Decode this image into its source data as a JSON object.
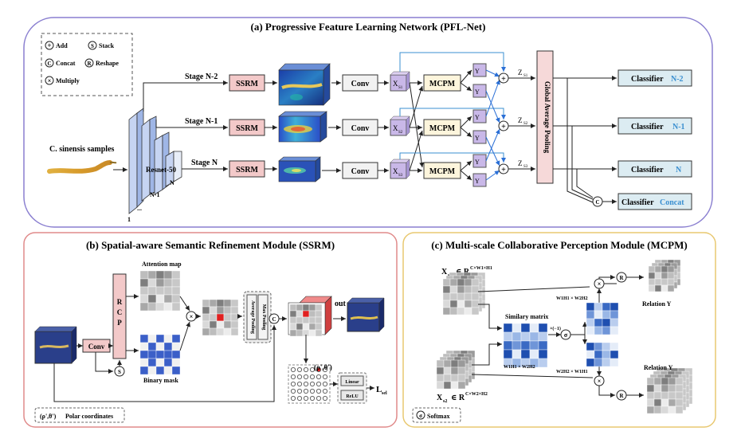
{
  "panel_a": {
    "title": "(a) Progressive Feature Learning Network (PFL-Net)",
    "legend": {
      "add": "Add",
      "stack": "Stack",
      "concat": "Concat",
      "reshape": "Reshape",
      "multiply": "Multiply"
    },
    "input_label": "C. sinensis samples",
    "backbone": "Resnet-50",
    "backbone_ticks": [
      "N",
      "N-1",
      "1"
    ],
    "dots": "...",
    "stages": [
      "Stage N-2",
      "Stage N-1",
      "Stage N"
    ],
    "ssrm": "SSRM",
    "conv": "Conv",
    "mcpm": "MCPM",
    "x_labels": [
      "X",
      "X",
      "X"
    ],
    "x_subs": [
      "S1",
      "S2",
      "S3"
    ],
    "y_labels": [
      "Y",
      "Y",
      "Y",
      "Y",
      "Y",
      "Y"
    ],
    "z_labels": [
      "Z",
      "Z",
      "Z"
    ],
    "z_subs": [
      "S1",
      "S2",
      "S3"
    ],
    "gap": "Global Average Pooling",
    "classifiers": [
      {
        "name": "Classifier",
        "tag": "N-2"
      },
      {
        "name": "Classifier",
        "tag": "N-1"
      },
      {
        "name": "Classifier",
        "tag": "N"
      },
      {
        "name": "Classifier",
        "tag": "Concat"
      }
    ],
    "symbols": {
      "add": "+",
      "stack": "S",
      "concat": "C",
      "reshape": "R",
      "multiply": "×"
    }
  },
  "panel_b": {
    "title": "(b) Spatial-aware Semantic Refinement Module (SSRM)",
    "attention_map": "Attention map",
    "binary_mask": "Binary mask",
    "rcp": [
      "R",
      "C",
      "P"
    ],
    "conv": "Conv",
    "avg_pool": "Average Pooling",
    "max_pool": "Max Pooling",
    "out": "out",
    "polar_point": "(ρ',θ')",
    "polar_legend": "Polar coordinates",
    "linear": "Linear",
    "relu": "ReLU",
    "loss": "L",
    "loss_sub": "sel"
  },
  "panel_c": {
    "title": "(c) Multi-scale Collaborative Perception Module (MCPM)",
    "x1": "X",
    "x1_sub": "s1",
    "x1_dim": "∈ R",
    "x1_sup": "C×W1×H1",
    "x2": "X",
    "x2_sub": "s2",
    "x2_dim": "∈ R",
    "x2_sup": "C×W2×H2",
    "similarity": "Similary matrix",
    "sim_dim": "W1H1 × W2H2",
    "top_dim": "W1H1 × W2H2",
    "bot_dim": "W2H2 × W1H1",
    "neg": "×(−1)",
    "relation1": "Relation Y",
    "relation2": "Relation Y",
    "softmax": "Softmax",
    "sigma": "σ"
  },
  "colors": {
    "border_a": "#8a7fd0",
    "border_b": "#e08a8a",
    "border_c": "#e8c870",
    "ssrm_fill": "#f3c9c9",
    "conv_fill": "#f2f2f2",
    "mcpm_fill": "#fdf5dc",
    "classifier_fill": "#dcecf2",
    "gap_fill": "#f6d9d9",
    "backbone_fill": "#b7c8ee",
    "arrow_blue": "#2a6fd6",
    "accent_blue": "#3a8fd0"
  }
}
